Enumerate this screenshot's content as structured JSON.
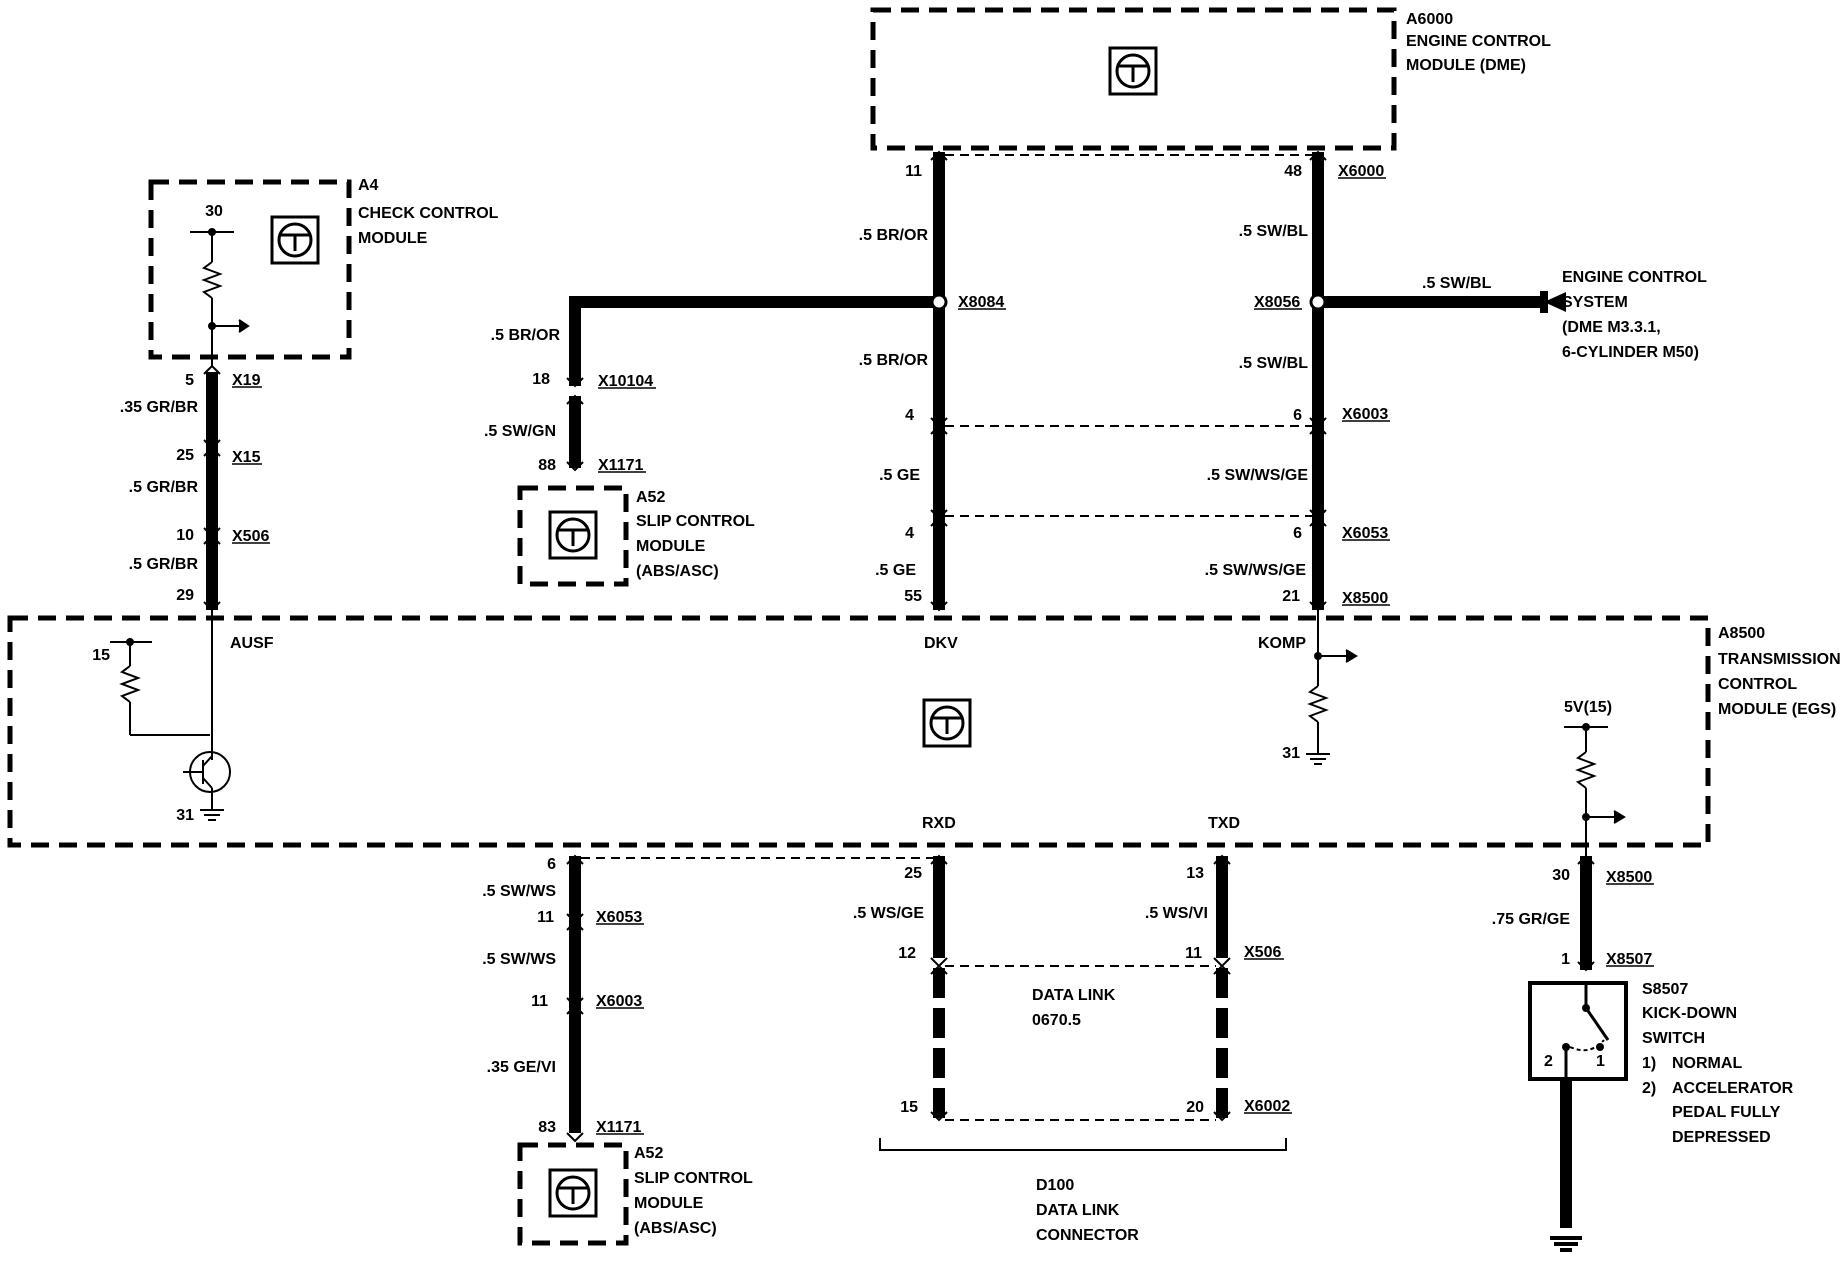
{
  "modules": {
    "a6000": {
      "id": "A6000",
      "line1": "ENGINE CONTROL",
      "line2": "MODULE (DME)"
    },
    "a4": {
      "id": "A4",
      "line1": "CHECK CONTROL",
      "line2": "MODULE"
    },
    "a52_upper": {
      "id": "A52",
      "line1": "SLIP CONTROL",
      "line2": "MODULE",
      "line3": "(ABS/ASC)"
    },
    "a52_lower": {
      "id": "A52",
      "line1": "SLIP CONTROL",
      "line2": "MODULE",
      "line3": "(ABS/ASC)"
    },
    "a8500": {
      "id": "A8500",
      "line1": "TRANSMISSION",
      "line2": "CONTROL",
      "line3": "MODULE (EGS)"
    },
    "ecs": {
      "line1": "ENGINE CONTROL",
      "line2": "SYSTEM",
      "line3": "(DME M3.3.1,",
      "line4": "6-CYLINDER M50)"
    },
    "s8507": {
      "id": "S8507",
      "line1": "KICK-DOWN",
      "line2": "SWITCH",
      "item1_num": "1)",
      "item1": "NORMAL",
      "item2_num": "2)",
      "item2_l1": "ACCELERATOR",
      "item2_l2": "PEDAL FULLY",
      "item2_l3": "DEPRESSED"
    },
    "d100": {
      "id": "D100",
      "line1": "DATA LINK",
      "line2": "CONNECTOR"
    },
    "datalink": {
      "line1": "DATA LINK",
      "line2": "0670.5"
    }
  },
  "connectors": {
    "x6000": "X6000",
    "x8084": "X8084",
    "x8056": "X8056",
    "x10104": "X10104",
    "x1171_up": "X1171",
    "x6003_r": "X6003",
    "x6053_r": "X6053",
    "x8500_r": "X8500",
    "x19": "X19",
    "x15": "X15",
    "x506_l": "X506",
    "x6053_b": "X6053",
    "x6003_b": "X6003",
    "x1171_b": "X1171",
    "x506_b": "X506",
    "x6002": "X6002",
    "x8500_b": "X8500",
    "x8507": "X8507"
  },
  "wires": {
    "w_br_or_1": ".5 BR/OR",
    "w_br_or_2": ".5 BR/OR",
    "w_br_or_3": ".5 BR/OR",
    "w_sw_gn": ".5 SW/GN",
    "w_sw_bl_1": ".5 SW/BL",
    "w_sw_bl_2": ".5 SW/BL",
    "w_sw_bl_3": ".5 SW/BL",
    "w_ge_1": ".5 GE",
    "w_ge_2": ".5 GE",
    "w_swwsge_1": ".5 SW/WS/GE",
    "w_swwsge_2": ".5 SW/WS/GE",
    "w_grbr_35": ".35 GR/BR",
    "w_grbr_1": ".5 GR/BR",
    "w_grbr_2": ".5 GR/BR",
    "w_swws_1": ".5 SW/WS",
    "w_swws_2": ".5 SW/WS",
    "w_gevi": ".35 GE/VI",
    "w_wsge": ".5 WS/GE",
    "w_wsvi": ".5 WS/VI",
    "w_grge": ".75 GR/GE"
  },
  "pins": {
    "p11_top": "11",
    "p48": "48",
    "p18": "18",
    "p88": "88",
    "p4_a": "4",
    "p6_a": "6",
    "p4_b": "4",
    "p6_b": "6",
    "p55": "55",
    "p21": "21",
    "p30_a4": "30",
    "p5": "5",
    "p25_l": "25",
    "p10": "10",
    "p29": "29",
    "p15_res": "15",
    "p31_tr": "31",
    "p31_komp": "31",
    "p6_bot": "6",
    "p11_b1": "11",
    "p11_b2": "11",
    "p83": "83",
    "p25_rxd": "25",
    "p12": "12",
    "p15_dl": "15",
    "p13": "13",
    "p11_txd": "11",
    "p20": "20",
    "p30_sw": "30",
    "p1_sw": "1",
    "sw_pos1": "1",
    "sw_pos2": "2"
  },
  "signals": {
    "ausf": "AUSF",
    "dkv": "DKV",
    "komp": "KOMP",
    "rxd": "RXD",
    "txd": "TXD",
    "v5": "5V(15)"
  }
}
